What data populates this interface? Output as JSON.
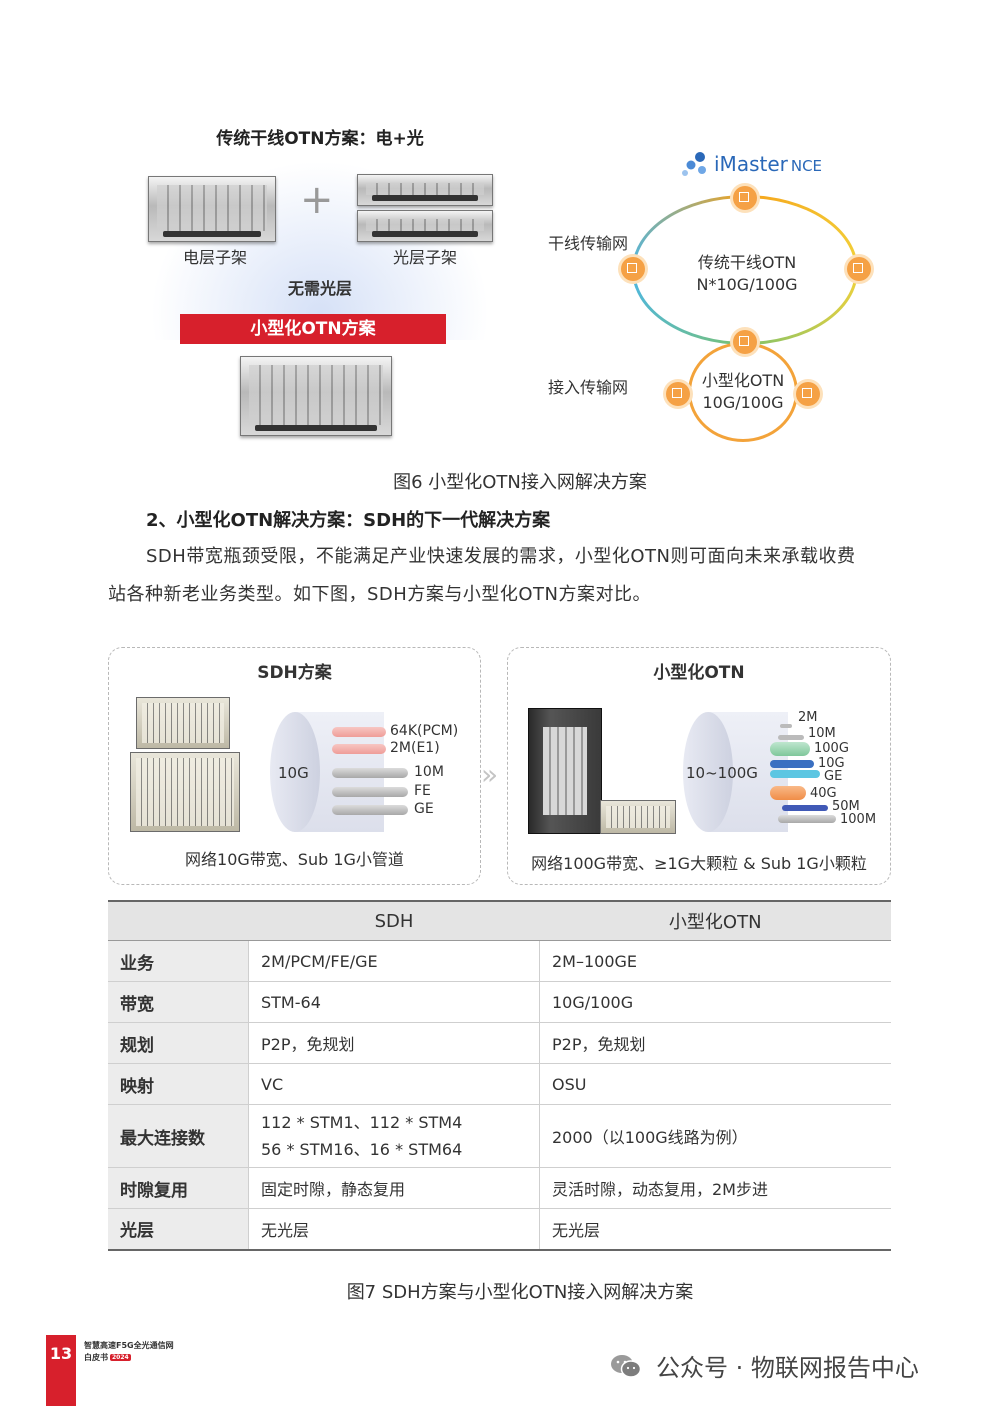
{
  "fig6": {
    "left_title": "传统干线OTN方案：电+光",
    "plus": "+",
    "label_electric": "电层子架",
    "label_optical": "光层子架",
    "no_optical": "无需光层",
    "compact_solution": "小型化OTN方案",
    "brand_main": "iMaster",
    "brand_sub": "NCE",
    "label_trunk": "干线传输网",
    "label_access": "接入传输网",
    "ring_big_line1": "传统干线OTN",
    "ring_big_line2": "N*10G/100G",
    "ring_small_line1": "小型化OTN",
    "ring_small_line2": "10G/100G",
    "caption": "图6 小型化OTN接入网解决方案"
  },
  "section": {
    "title": "2、小型化OTN解决方案：SDH的下一代解决方案",
    "para_line1": "SDH带宽瓶颈受限，不能满足产业快速发展的需求，小型化OTN则可面向未来承载收费",
    "para_line2": "站各种新老业务类型。如下图，SDH方案与小型化OTN方案对比。"
  },
  "fig7": {
    "sdh_box": {
      "title": "SDH方案",
      "pipe_label": "10G",
      "pipes": [
        "64K(PCM)",
        "2M(E1)",
        "10M",
        "FE",
        "GE"
      ],
      "footer": "网络10G带宽、Sub 1G小管道"
    },
    "arrow": "»",
    "otn_box": {
      "title": "小型化OTN",
      "pipe_label": "10~100G",
      "pipes": [
        "2M",
        "10M",
        "100G",
        "10G",
        "GE",
        "40G",
        "50M",
        "100M"
      ],
      "footer": "网络100G带宽、≥1G大颗粒 & Sub 1G小颗粒"
    },
    "table": {
      "headers": [
        "",
        "SDH",
        "小型化OTN"
      ],
      "rows": [
        {
          "label": "业务",
          "sdh": "2M/PCM/FE/GE",
          "otn": "2M–100GE"
        },
        {
          "label": "带宽",
          "sdh": "STM-64",
          "otn": "10G/100G"
        },
        {
          "label": "规划",
          "sdh": "P2P，免规划",
          "otn": "P2P，免规划"
        },
        {
          "label": "映射",
          "sdh": "VC",
          "otn": "OSU"
        },
        {
          "label": "最大连接数",
          "sdh_line1": "112 * STM1、112 * STM4",
          "sdh_line2": "56 * STM16、16 * STM64",
          "otn": "2000（以100G线路为例）"
        },
        {
          "label": "时隙复用",
          "sdh": "固定时隙，静态复用",
          "otn": "灵活时隙，动态复用，2M步进"
        },
        {
          "label": "光层",
          "sdh": "无光层",
          "otn": "无光层"
        }
      ]
    },
    "caption": "图7 SDH方案与小型化OTN接入网解决方案"
  },
  "footer": {
    "page_number": "13",
    "line1": "智慧高速F5G全光通信网",
    "line2": "白皮书",
    "badge": "2024",
    "wechat": "公众号 · 物联网报告中心"
  }
}
